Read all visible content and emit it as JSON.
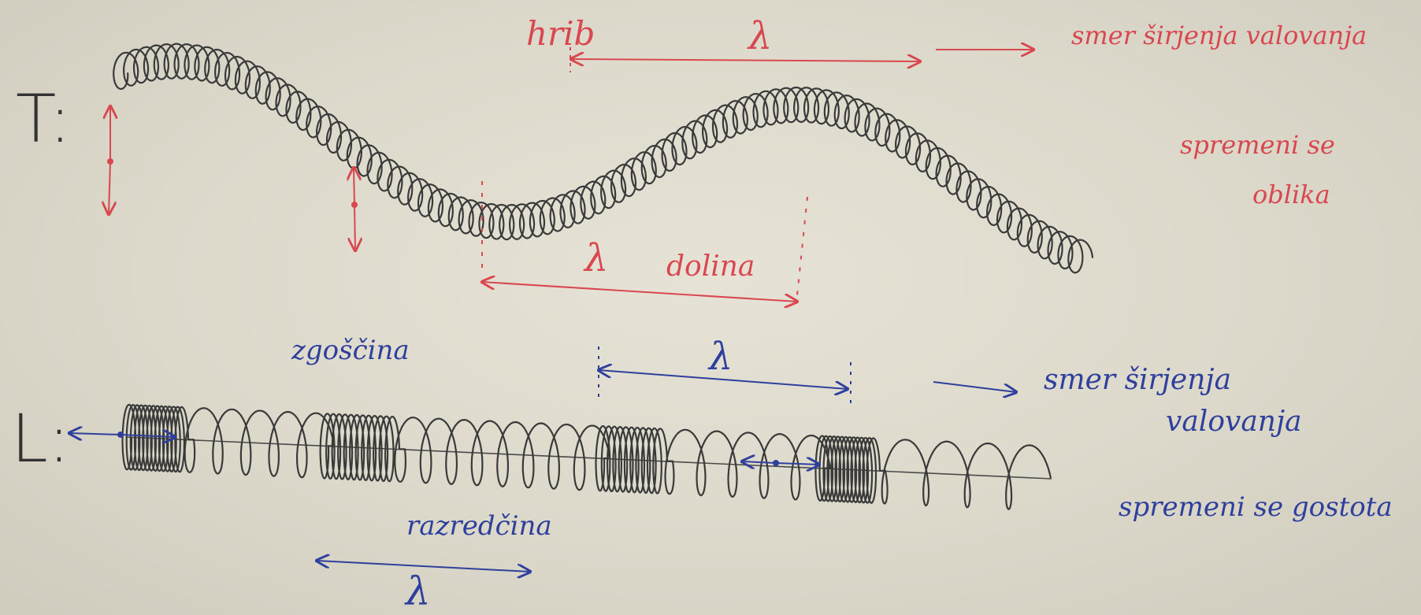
{
  "colors": {
    "red": "#d9474f",
    "blue": "#2f3f9c",
    "ink": "#3a3a3a",
    "board": "#dcd9cb"
  },
  "transverse": {
    "label": "T:",
    "crest": "hrib",
    "trough": "dolina",
    "wavelength_top": "λ",
    "wavelength_bottom": "λ",
    "direction": "smer širjenja valovanja",
    "note_line1": "spremeni se",
    "note_line2": "oblika"
  },
  "longitudinal": {
    "label": "L:",
    "compression": "zgoščina",
    "rarefaction": "razredčina",
    "wavelength_top": "λ",
    "wavelength_bottom": "λ",
    "direction_line1": "smer širjenja",
    "direction_line2": "valovanja",
    "note": "spremeni se gostota"
  }
}
